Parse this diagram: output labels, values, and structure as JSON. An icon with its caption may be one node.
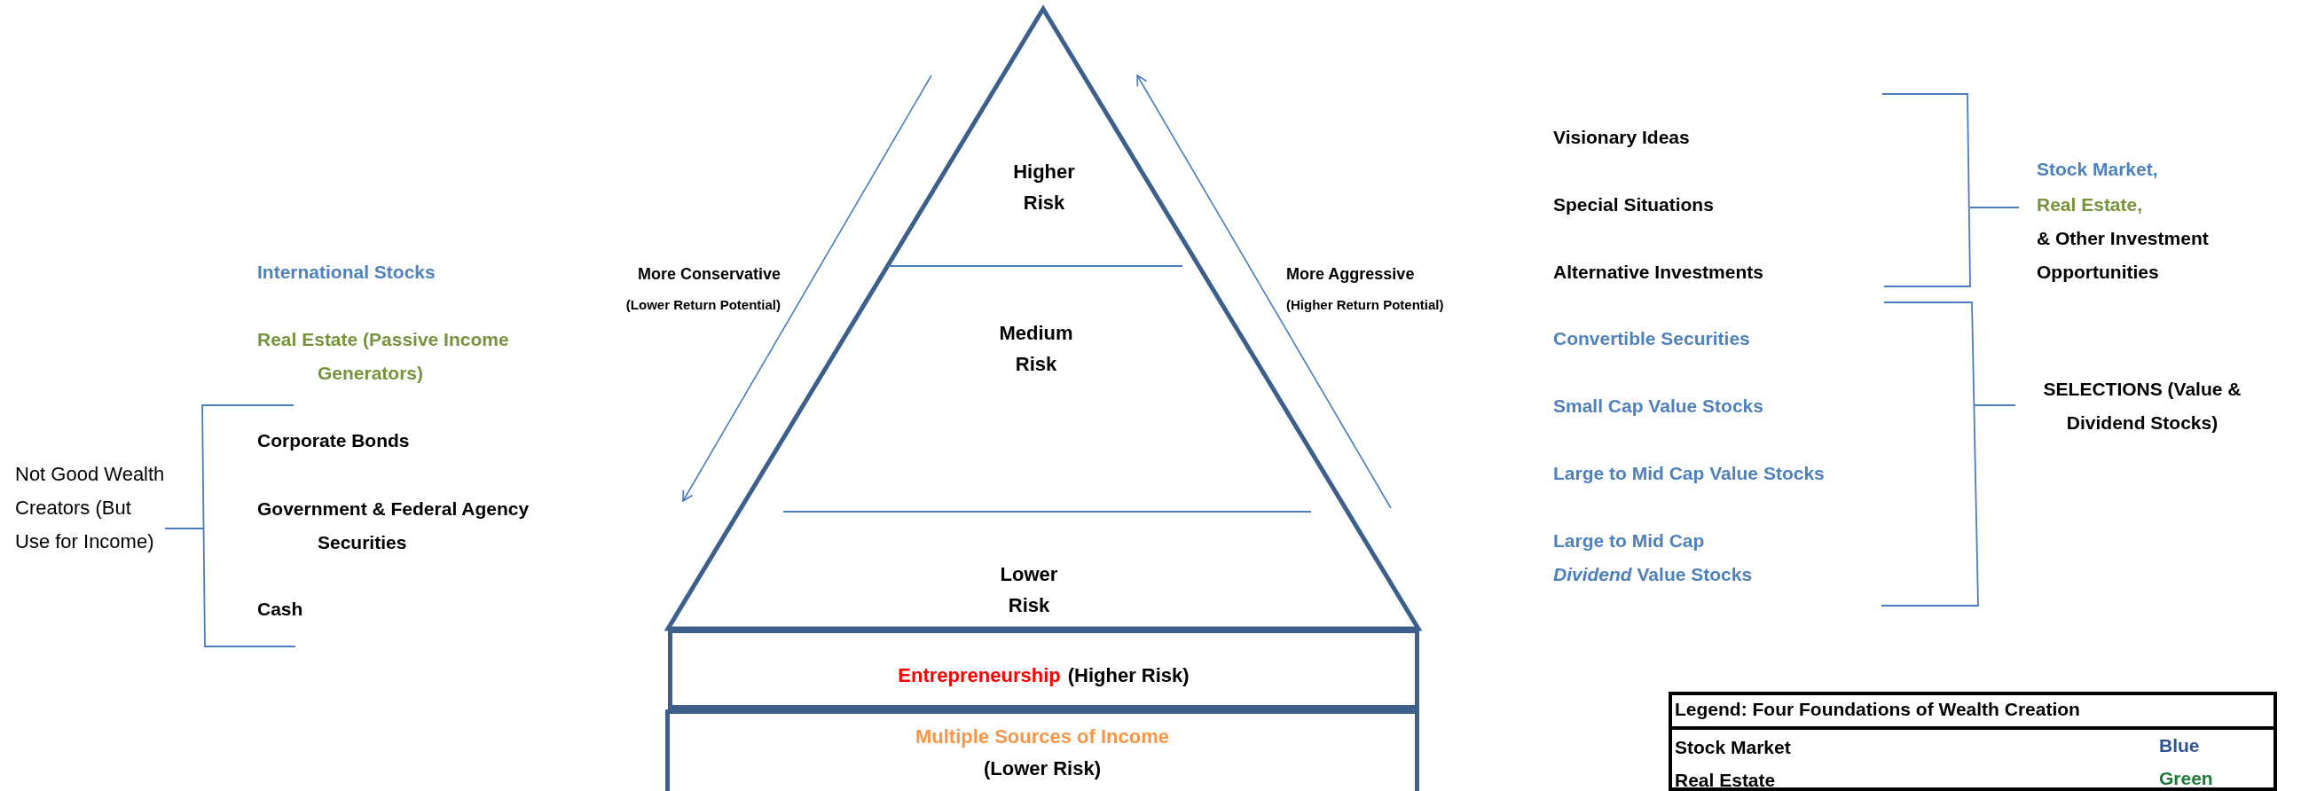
{
  "diagram": {
    "nodes": [
      {
        "text": [],
        "shape": "triangle"
      },
      {
        "text": [
          "Higher Risk"
        ],
        "in": 0
      },
      {
        "text": [
          "Medium Risk"
        ],
        "in": 0
      },
      {
        "text": [
          "Lower Risk"
        ],
        "in": 0
      },
      {
        "text": [
          "Entrepreneurship",
          "(Higher Risk)"
        ]
      },
      {
        "text": [
          "Multiple Sources of Income",
          "(Lower Risk)"
        ]
      }
    ],
    "labels": [
      "International Stocks",
      "Real Estate (Passive Income Generators)",
      "Corporate Bonds",
      "Government & Federal Agency Securities",
      "Cash",
      "Not Good Wealth Creators (But Use for Income)",
      "More Conservative",
      "(Lower Return Potential)",
      "More Aggressive",
      "(Higher Return Potential)",
      "Visionary Ideas",
      "Special Situations",
      "Alternative Investments",
      "Convertible Securities",
      "Small Cap Value Stocks",
      "Large to Mid Cap Value Stocks",
      "Large to Mid Cap *Dividend* Value Stocks",
      "Stock Market,",
      "Real Estate,",
      "& Other Investment Opportunities",
      "SELECTIONS (Value & Dividend Stocks)",
      "Legend: Four Foundations of Wealth Creation",
      "Blue",
      "Green"
    ],
    "legend": [
      {
        "text": "Stock Market",
        "color": "#2f5597"
      },
      {
        "text": "Real Estate",
        "color": "#1e7b3a"
      }
    ]
  }
}
